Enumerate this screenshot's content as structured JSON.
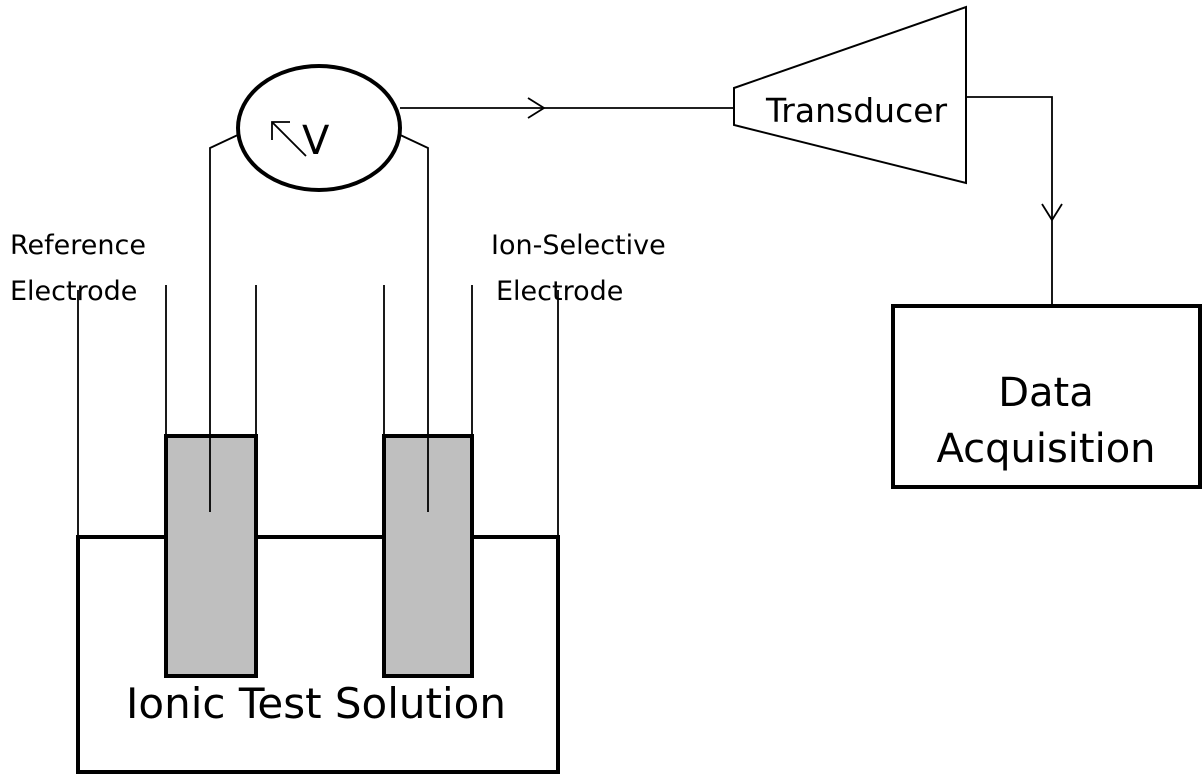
{
  "diagram": {
    "title": "",
    "colors": {
      "line": "#000000",
      "electrode_fill": "#bfbfbf",
      "background": "#ffffff"
    },
    "voltmeter": {
      "symbol": "V",
      "icon": "voltmeter-arrow-icon"
    },
    "labels": {
      "reference_line1": "Reference",
      "reference_line2": "Electrode",
      "ion_selective_line1": "Ion-Selective",
      "ion_selective_line2": "Electrode",
      "transducer": "Transducer",
      "data_line1": "Data",
      "data_line2": "Acquisition",
      "solution": "Ionic Test Solution"
    }
  }
}
